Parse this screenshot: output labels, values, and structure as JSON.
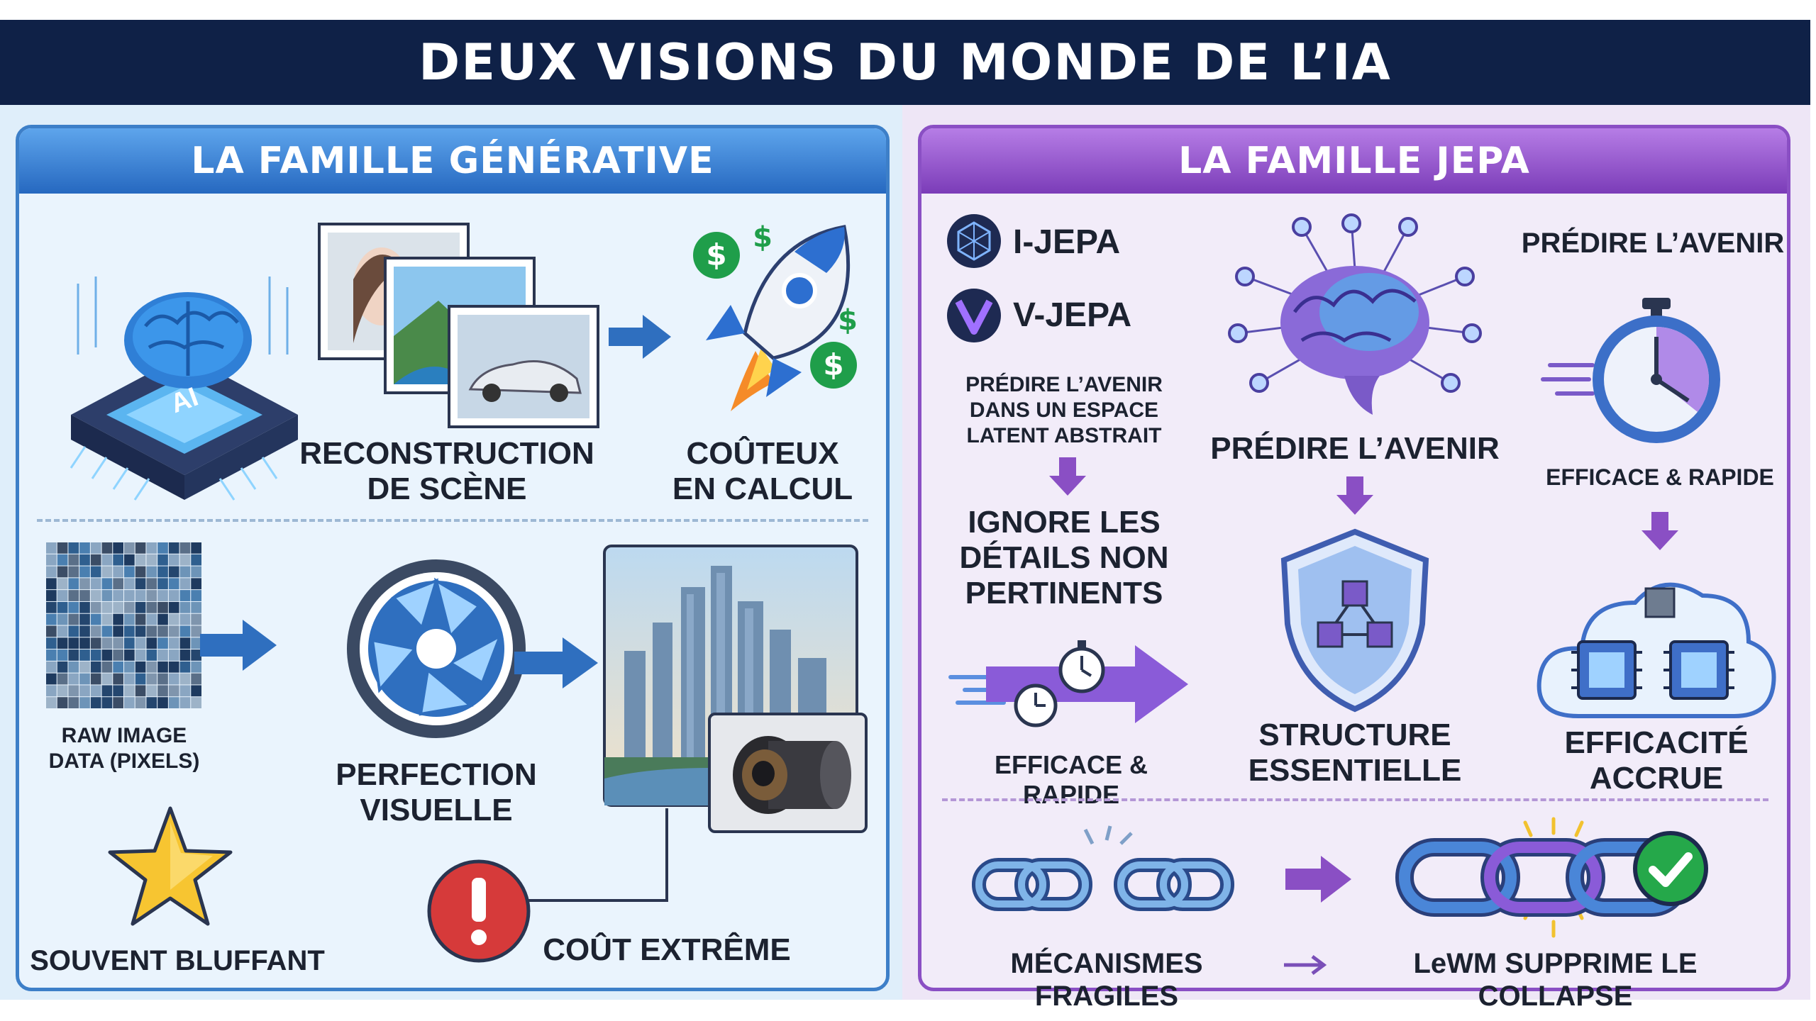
{
  "title": "DEUX VISIONS DU MONDE DE L’IA",
  "generative": {
    "header": "LA FAMILLE GÉNÉRATIVE",
    "chip_text": "AI",
    "reconstruction": [
      "RECONSTRUCTION",
      "DE SCÈNE"
    ],
    "cost_compute": [
      "COÛTEUX",
      "EN CALCUL"
    ],
    "raw_data": [
      "RAW IMAGE",
      "DATA (PIXELS)"
    ],
    "perfection": [
      "PERFECTION",
      "VISUELLE"
    ],
    "bluffing": "SOUVENT BLUFFANT",
    "extreme_cost": "COÛT EXTRÊME"
  },
  "jepa": {
    "header": "LA FAMILLE JEPA",
    "model_ijepa": "I-JEPA",
    "model_vjepa": "V-JEPA",
    "predict_latent": [
      "PRÉDIRE L’AVENIR",
      "DANS UN ESPACE",
      "LATENT ABSTRAIT"
    ],
    "ignore_details": [
      "IGNORE LES",
      "DÉTAILS NON",
      "PERTINENTS"
    ],
    "efficient_fast_left": "EFFICACE & RAPIDE",
    "predict_future_center": "PRÉDIRE L’AVENIR",
    "essential_structure": [
      "STRUCTURE",
      "ESSENTIELLE"
    ],
    "predict_future_right": "PRÉDIRE L’AVENIR",
    "efficient_fast_right": "EFFICACE & RAPIDE",
    "increased_efficiency": [
      "EFFICACITÉ",
      "ACCRUE"
    ],
    "fragile_mechanisms": "MÉCANISMES FRAGILES",
    "lewm_collapse": "LeWM SUPPRIME LE COLLAPSE"
  },
  "colors": {
    "title_bar": "#0f2147",
    "generative_accent": "#3d7fc8",
    "jepa_accent": "#8a4fc4",
    "label_text": "#1c2230",
    "dollar_green": "#1f9e4a",
    "alert_red": "#d63a3a"
  },
  "icons": [
    "ai-brain-chip-icon",
    "image-stack-icon",
    "rocket-icon",
    "dollar-coin-icon",
    "pixel-grid-icon",
    "camera-aperture-icon",
    "city-image-icon",
    "camera-lens-icon",
    "star-icon",
    "alert-icon",
    "jepa-logo-icon",
    "neural-brain-icon",
    "stopwatch-icon",
    "shield-icon",
    "cloud-chip-icon",
    "broken-chain-icon",
    "connected-chain-icon",
    "check-icon"
  ]
}
